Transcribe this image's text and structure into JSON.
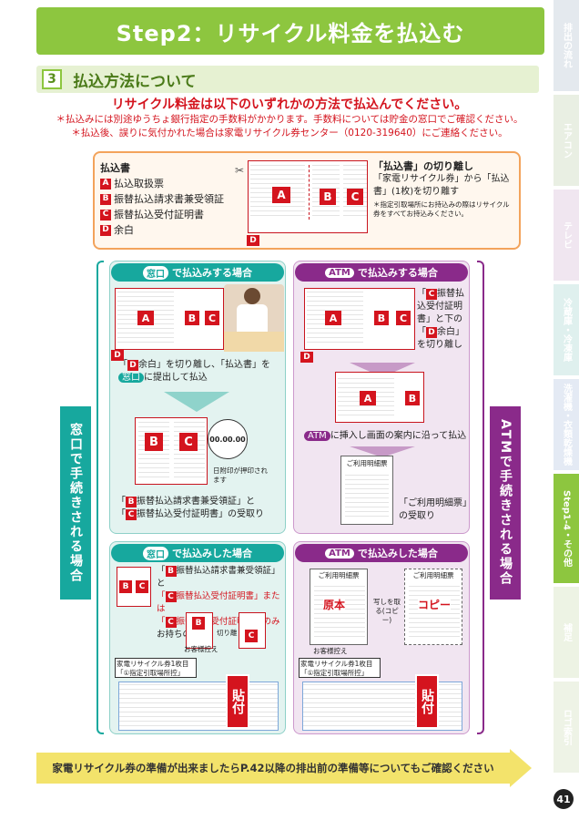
{
  "title": "Step2：リサイクル料金を払込む",
  "section": {
    "num": "3",
    "label": "払込方法について"
  },
  "notes": [
    "リサイクル料金は以下のいずれかの方法で払込んでください。",
    "＊払込みには別途ゆうちょ銀行指定の手数料がかかります。手数料については貯金の窓口でご確認ください。",
    "＊払込後、誤りに気付かれた場合は家電リサイクル券センター（0120-319640）にご連絡ください。"
  ],
  "slip": {
    "title": "払込書",
    "items": [
      {
        "letter": "A",
        "text": "払込取扱票"
      },
      {
        "letter": "B",
        "text": "振替払込請求書兼受領証"
      },
      {
        "letter": "C",
        "text": "振替払込受付証明書"
      },
      {
        "letter": "D",
        "text": "余白"
      }
    ],
    "cut_title": "「払込書」の切り離し",
    "cut_text": "「家電リサイクル券」から「払込書」(1枚)を切り離す",
    "cut_note": "＊指定引取場所にお持込みの際はリサイクル券をすべてお持込みください。"
  },
  "madoguchi": {
    "pay_word": "窓口",
    "pay_suffix": "で払込みする場合",
    "step1a": "「",
    "step1b": "余白」を切り離し、「払込書」を",
    "step1c": "に提出して払込",
    "stamp_date": "00.00.00",
    "stamp_label": "日附印が押印されます",
    "receive_b": "「",
    "receive_b2": "振替払込請求書兼受領証」と",
    "receive_c2": "振替払込受付証明書」の受取り",
    "done_suffix": "で払込みした場合",
    "done1": "振替払込請求書兼受領証」と",
    "done2": "振替払込受付証明書」または",
    "done3": "振替払込受付証明書」のみ",
    "done4": "お持ちの方",
    "cut_label": "切り離し",
    "customer_copy": "お客様控え",
    "ticket_label1": "家電リサイクル券1枚目",
    "ticket_label2": "「①指定引取場所控」",
    "paste": "貼付"
  },
  "atm": {
    "word": "ATM",
    "pay_suffix": "で払込みする場合",
    "step1a": "「",
    "step1b": "振替払込受付証明書」と下の「",
    "step1c": "余白」を切り離し",
    "step2": "に挿入し画面の案内に沿って払込",
    "receipt_title": "ご利用明細票",
    "step3": "「ご利用明細票」の受取り",
    "done_suffix": "で払込みした場合",
    "original": "原本",
    "copy": "コピー",
    "copy_caption": "写しを取る(コピー)",
    "customer_copy": "お客様控え",
    "ticket_label1": "家電リサイクル券1枚目",
    "ticket_label2": "「①指定引取場所控」",
    "paste": "貼付"
  },
  "vlabel_left": "窓口で手続きされる場合",
  "vlabel_right": "ATMで手続きされる場合",
  "bottom_banner": "家電リサイクル券の準備が出来ましたらP.42以降の排出前の準備等についてもご確認ください",
  "page_number": "41",
  "side_tabs": [
    "排出の流れ",
    "エアコン",
    "テレビ",
    "冷蔵庫・冷凍庫",
    "洗濯機・衣類乾燥機",
    "Step1-4・その他",
    "補足",
    "ロゴ索引"
  ],
  "colors": {
    "green": "#8dc63f",
    "teal": "#17a89e",
    "purple": "#8a2a8a",
    "red": "#d4141e",
    "orange": "#f3a35b"
  }
}
